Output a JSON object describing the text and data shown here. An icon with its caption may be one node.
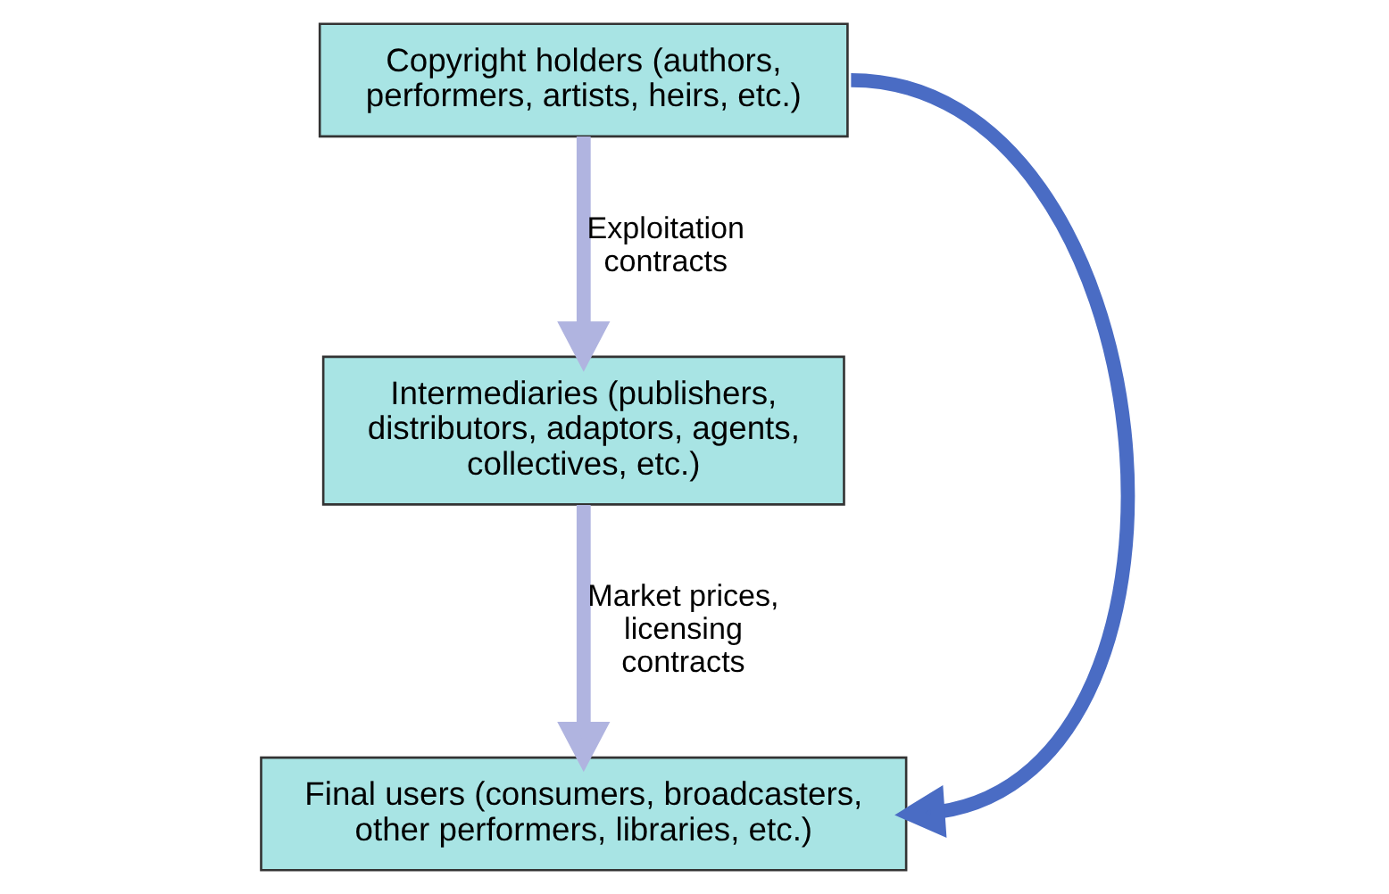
{
  "diagram": {
    "nodes": [
      {
        "text": [
          "Copyright holders (authors, performers, artists, heirs, etc.)"
        ]
      },
      {
        "text": [
          "Intermediaries (publishers, distributors, adaptors, agents, collectives, etc.)"
        ]
      },
      {
        "text": [
          "Final users (consumers, broadcasters, other performers, libraries, etc.)"
        ]
      }
    ],
    "edges": [
      {
        "from": 0,
        "to": 1,
        "arrow": "to",
        "label": "Exploitation contracts"
      },
      {
        "from": 1,
        "to": 2,
        "arrow": "to",
        "label": "Market prices, licensing contracts"
      },
      {
        "from": 0,
        "to": 2,
        "arrow": "to",
        "color": "#4a6cc4"
      }
    ]
  }
}
